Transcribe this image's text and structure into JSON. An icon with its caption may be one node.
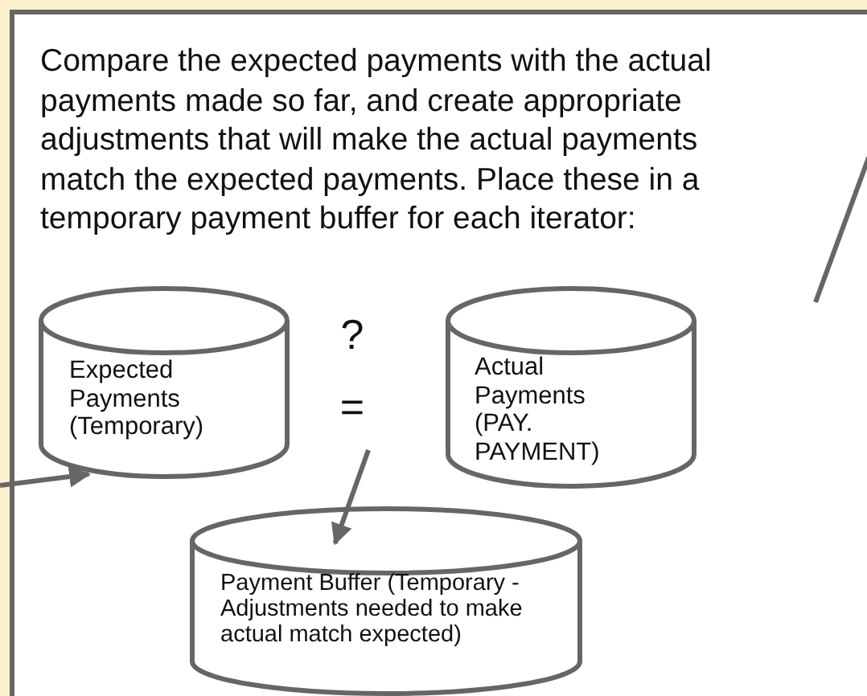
{
  "diagram": {
    "nodes": [
      {
        "text": [
          "Compare the expected payments with the actual payments made so far, and create appropriate adjustments that will make the actual payments match the expected payments.  Place these in a temporary payment buffer for each iterator:"
        ]
      },
      {
        "text": [
          "Expected Payments (Temporary)"
        ],
        "in": 0
      },
      {
        "text": [
          "Actual Payments (PAY. PAYMENT)"
        ],
        "in": 0
      },
      {
        "text": [
          "="
        ],
        "in": 0
      },
      {
        "text": [
          "Payment Buffer (Temporary - Adjustments needed to make actual match expected)"
        ],
        "in": 0
      }
    ],
    "edges": [
      {
        "from": 3,
        "to": 4,
        "arrow": "to"
      },
      {
        "from": null,
        "to": 1,
        "arrow": "to"
      }
    ],
    "labels": [
      "?"
    ]
  }
}
